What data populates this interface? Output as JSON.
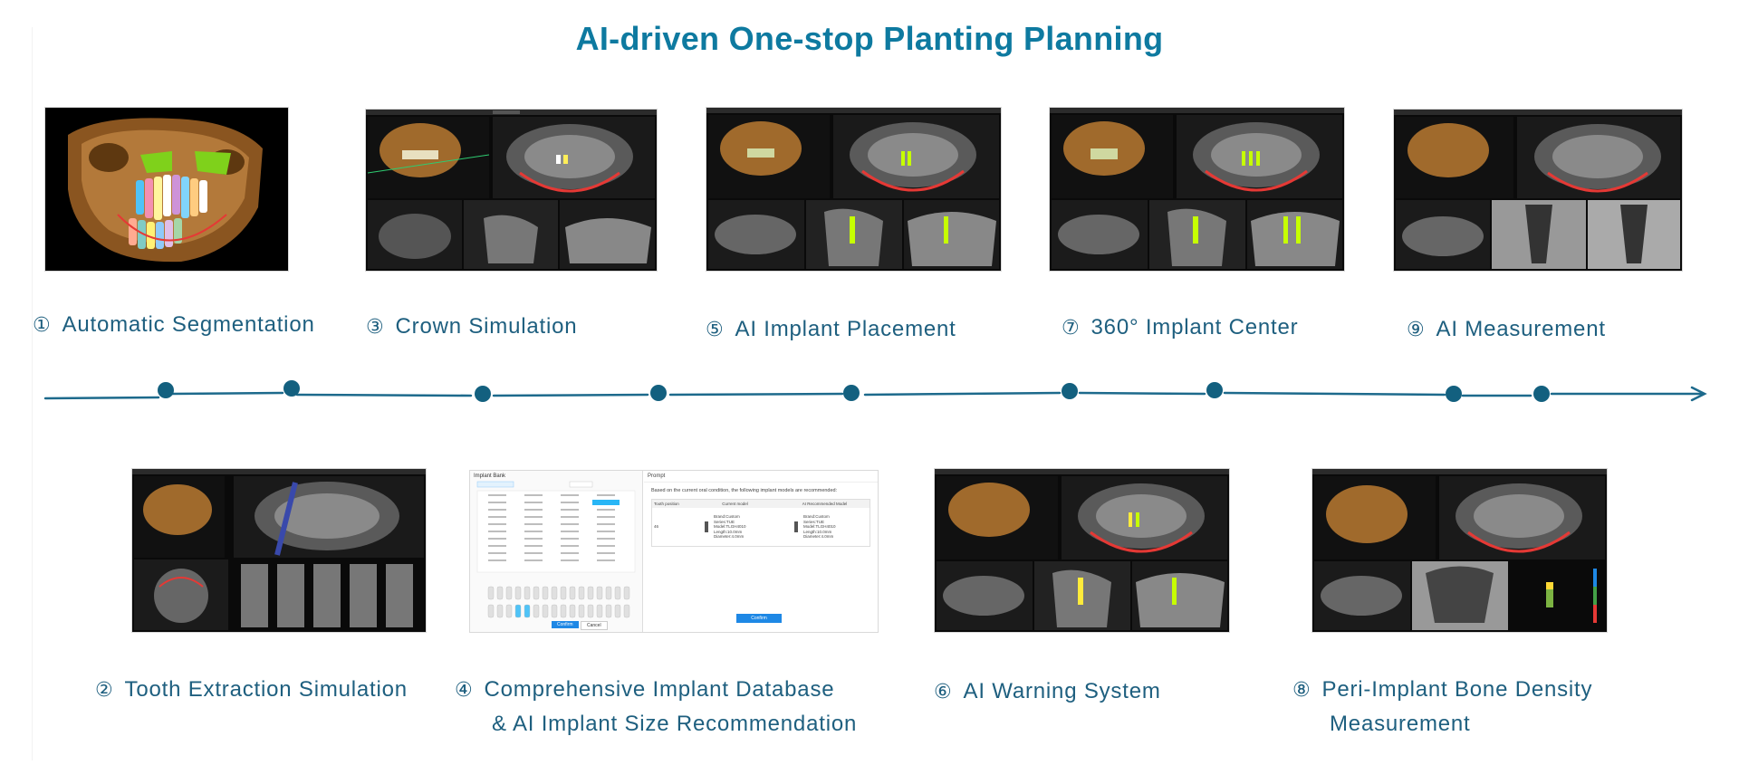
{
  "title": "AI-driven One-stop Planting Planning",
  "colors": {
    "accent": "#0e7aa0",
    "label": "#1e5f7f",
    "timeline": "#1d6a8c"
  },
  "steps": [
    {
      "num": "①",
      "text": "Automatic Segmentation"
    },
    {
      "num": "②",
      "text": "Tooth Extraction Simulation"
    },
    {
      "num": "③",
      "text": "Crown Simulation"
    },
    {
      "num": "④",
      "text": "Comprehensive Implant Database",
      "text2": "& AI Implant Size Recommendation"
    },
    {
      "num": "⑤",
      "text": "AI Implant Placement"
    },
    {
      "num": "⑥",
      "text": "AI Warning System"
    },
    {
      "num": "⑦",
      "text": "360° Implant Center"
    },
    {
      "num": "⑧",
      "text": "Peri-Implant Bone Density",
      "text2": "Measurement"
    },
    {
      "num": "⑨",
      "text": "AI Measurement"
    }
  ],
  "database_screen": {
    "left_title": "Implant Bank",
    "recommend_title": "Prompt",
    "recommend_text": "Based on the current oral condition, the following implant models are recommended:",
    "columns": [
      "Tooth position",
      "Current model",
      "AI Recommended Model"
    ],
    "tooth": "46",
    "current_model": [
      "Brand:Custom",
      "Series:TUE",
      "Model:TLGH4010",
      "Length:10.0mm",
      "Diameter:4.0mm"
    ],
    "ai_model": [
      "Brand:Custom",
      "Series:TUE",
      "Model:TLGH4010",
      "Length:10.0mm",
      "Diameter:4.0mm"
    ],
    "confirm_label": "Confirm",
    "cancel_label": "Cancel"
  }
}
